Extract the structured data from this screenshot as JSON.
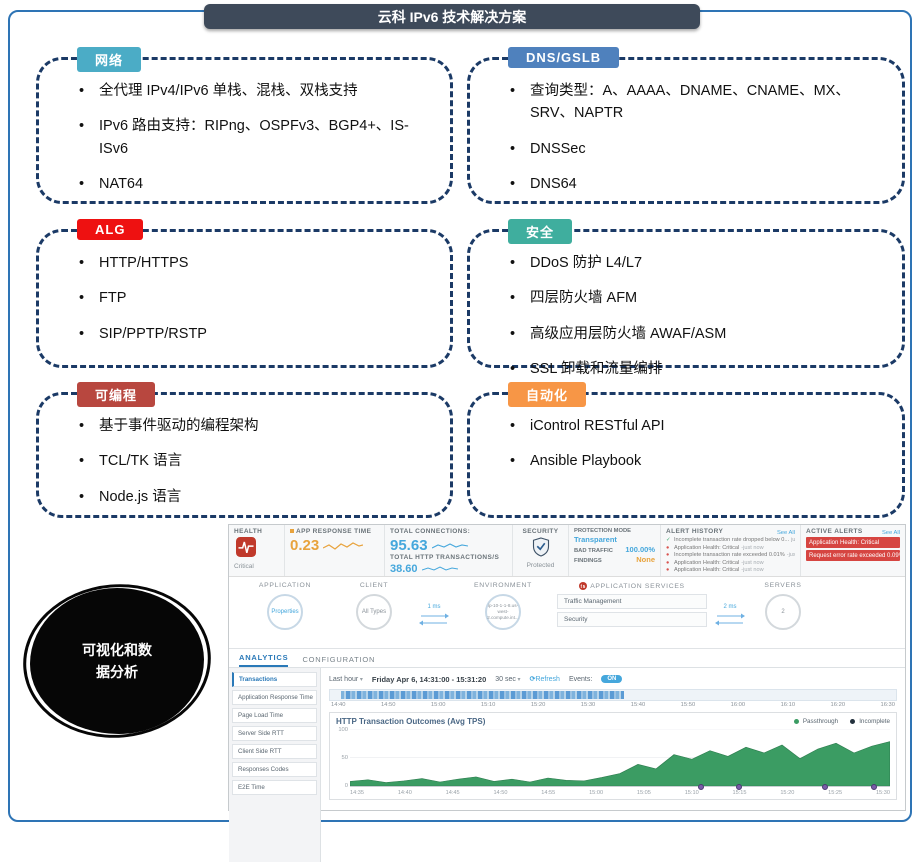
{
  "title": "云科 IPv6 技术解决方案",
  "badge": {
    "line1": "可视化和数",
    "line2": "据分析"
  },
  "boxes": [
    {
      "label": "网络",
      "color": "#4bacc6",
      "bullets": [
        "全代理 IPv4/IPv6 单栈、混栈、双栈支持",
        "IPv6 路由支持：RIPng、OSPFv3、BGP4+、IS-ISv6",
        "NAT64"
      ]
    },
    {
      "label": "DNS/GSLB",
      "color": "#4f81bd",
      "bullets": [
        "查询类型：A、AAAA、DNAME、CNAME、MX、SRV、NAPTR",
        "DNSSec",
        "DNS64"
      ]
    },
    {
      "label": "ALG",
      "color": "#ee1111",
      "bullets": [
        "HTTP/HTTPS",
        "FTP",
        "SIP/PPTP/RSTP"
      ]
    },
    {
      "label": "安全",
      "color": "#3fae9e",
      "bullets": [
        "DDoS 防护 L4/L7",
        "四层防火墙 AFM",
        "高级应用层防火墙 AWAF/ASM",
        "SSL 卸载和流量编排"
      ]
    },
    {
      "label": "可编程",
      "color": "#b8473f",
      "bullets": [
        "基于事件驱动的编程架构",
        "TCL/TK 语言",
        "Node.js 语言"
      ]
    },
    {
      "label": "自动化",
      "color": "#f79646",
      "bullets": [
        "iControl RESTful API",
        "Ansible Playbook"
      ]
    }
  ],
  "dashboard": {
    "health": {
      "label": "HEALTH",
      "status": "Critical"
    },
    "metrics": {
      "app_response_time_label": "APP RESPONSE TIME",
      "app_response_time_value": "0.23",
      "total_connections_label": "TOTAL CONNECTIONS:",
      "total_connections_value": "95.63",
      "total_http_label": "TOTAL HTTP TRANSACTIONS/S",
      "total_http_value": "38.60",
      "security_label": "SECURITY",
      "security_status": "Protected",
      "protection_mode_label": "PROTECTION MODE",
      "protection_mode_value": "Transparent",
      "bad_traffic_label": "BAD TRAFFIC",
      "bad_traffic_value": "100.00%",
      "findings_label": "FINDINGS",
      "findings_value": "None"
    },
    "alert_history": {
      "label": "ALERT HISTORY",
      "see_all": "See All",
      "items": [
        {
          "glyph": "✓",
          "cls": "ok",
          "text": "Incomplete transaction rate dropped below 0...",
          "time": "just now"
        },
        {
          "glyph": "●",
          "cls": "crit",
          "text": "Application Health: Critical",
          "time": "-just now"
        },
        {
          "glyph": "●",
          "cls": "crit",
          "text": "Incomplete transaction rate exceeded 0.01%",
          "time": "-just now"
        },
        {
          "glyph": "●",
          "cls": "crit",
          "text": "Application Health: Critical",
          "time": "-just now"
        },
        {
          "glyph": "●",
          "cls": "crit",
          "text": "Application Health: Critical",
          "time": "-just now"
        }
      ]
    },
    "active_alerts": {
      "label": "ACTIVE ALERTS",
      "see_all": "See All",
      "items": [
        "Application Health: Critical",
        "Request error rate exceeded 0.09%"
      ]
    },
    "map": {
      "application_label": "APPLICATION",
      "application_node": "Properties",
      "client_label": "CLIENT",
      "client_node": "All Types",
      "latency_client": "1 ms",
      "environment_label": "ENVIRONMENT",
      "environment_node": "ip-10-1-1-8.us-west-2.compute.int...",
      "services_label": "APPLICATION SERVICES",
      "services": [
        "Traffic Management",
        "Security"
      ],
      "latency_server": "2 ms",
      "servers_label": "SERVERS",
      "servers_node": "2"
    },
    "tabs": [
      "ANALYTICS",
      "CONFIGURATION"
    ],
    "sidebar": [
      "Transactions",
      "Application Response Time",
      "Page Load Time",
      "Server Side RTT",
      "Client Side RTT",
      "Responses Codes",
      "E2E Time"
    ],
    "toolbar": {
      "range": "Last hour",
      "datetime": "Friday Apr 6, 14:31:00 - 15:31:20",
      "interval": "30 sec",
      "refresh": "Refresh",
      "events_label": "Events:",
      "events_state": "ON"
    },
    "timeline_ticks": [
      "14:40",
      "14:50",
      "15:00",
      "15:10",
      "15:20",
      "15:30",
      "15:40",
      "15:50",
      "16:00",
      "16:10",
      "16:20",
      "16:30"
    ]
  },
  "chart_data": {
    "type": "area",
    "title": "HTTP Transaction Outcomes (Avg TPS)",
    "legend": [
      {
        "name": "Passthrough",
        "color": "#3b9c63"
      },
      {
        "name": "Incomplete",
        "color": "#22303c"
      }
    ],
    "ylim": [
      0,
      100
    ],
    "yticks": [
      0,
      50,
      100
    ],
    "xticks": [
      "14:35",
      "14:40",
      "14:45",
      "14:50",
      "14:55",
      "15:00",
      "15:05",
      "15:10",
      "15:15",
      "15:20",
      "15:25",
      "15:30"
    ],
    "series": [
      {
        "name": "Passthrough",
        "color": "#3b9c63",
        "values": [
          8,
          11,
          6,
          9,
          13,
          7,
          12,
          16,
          8,
          12,
          7,
          14,
          10,
          9,
          15,
          22,
          38,
          30,
          55,
          47,
          62,
          52,
          68,
          58,
          72,
          48,
          65,
          75,
          58,
          70,
          78
        ]
      }
    ],
    "event_positions": [
      0.65,
      0.72,
      0.88,
      0.97
    ]
  }
}
